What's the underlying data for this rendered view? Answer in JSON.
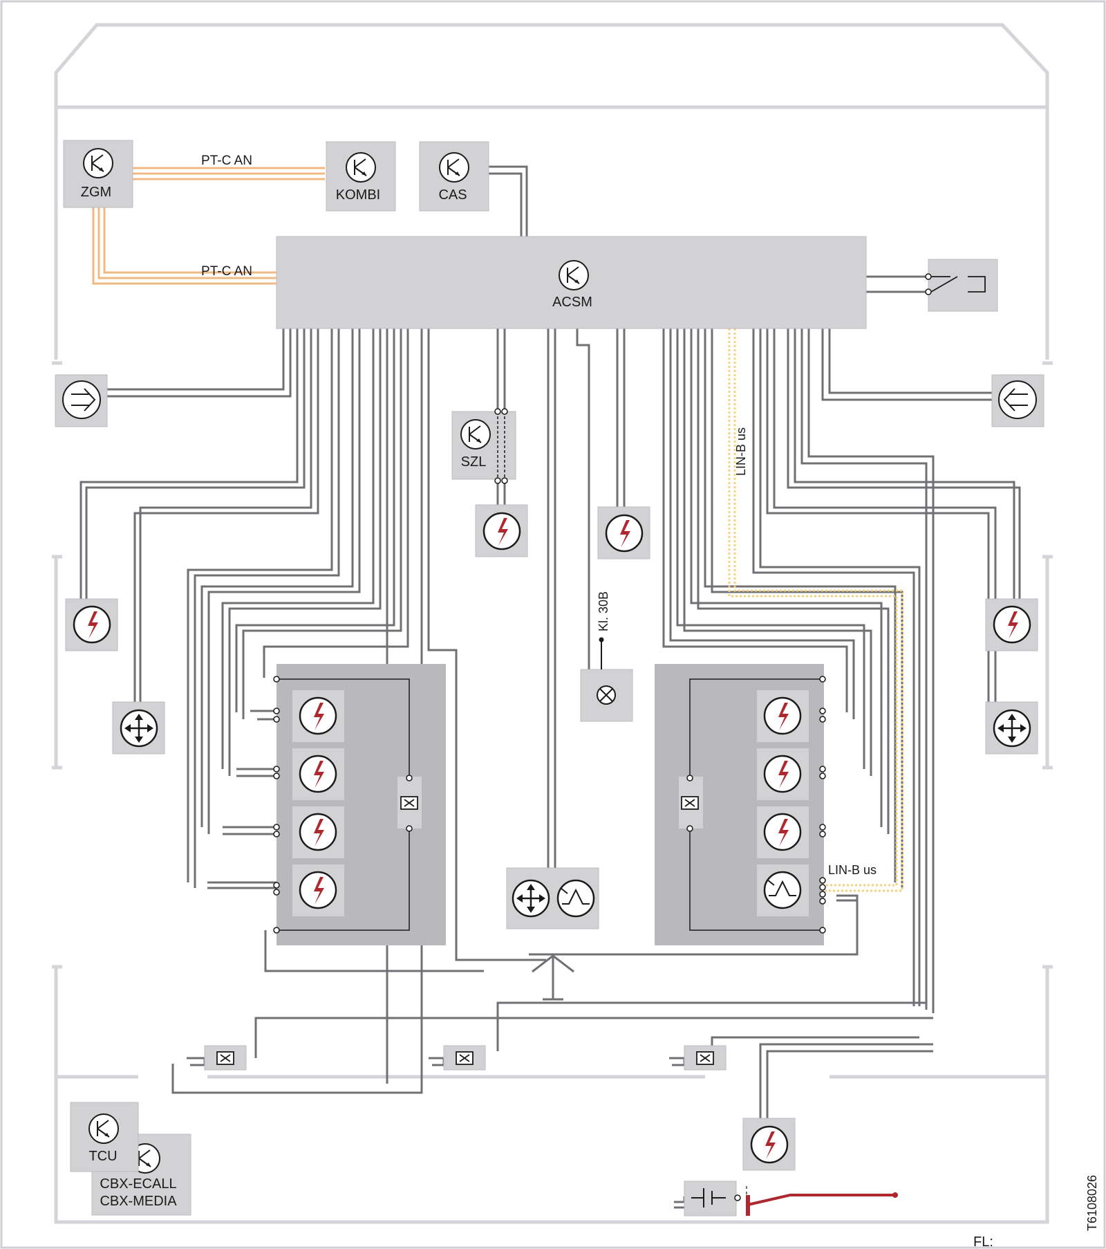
{
  "diagram": {
    "modules": {
      "zgm": "ZGM",
      "kombi": "KOMBI",
      "cas": "CAS",
      "acsm": "ACSM",
      "szl": "SZL",
      "tcu": "TCU",
      "cbx_ecall": "CBX-ECALL",
      "cbx_media": "CBX-MEDIA"
    },
    "bus_labels": {
      "ptc_top": "PT-C AN",
      "ptc_left": "PT-C AN",
      "linb_vertical": "LIN-B us",
      "linb_right": "LIN-B us",
      "kl30b": "Kl. 30B"
    },
    "document_id": "T6108026",
    "footer_label": "FL:",
    "colors": {
      "wire": "#6f6f74",
      "ptcan": "#f0b882",
      "linb": "#f3d27a",
      "airbag": "#b0282f",
      "module_bg": "#d2d2d5",
      "seat_bg": "#b8b8bd"
    }
  }
}
